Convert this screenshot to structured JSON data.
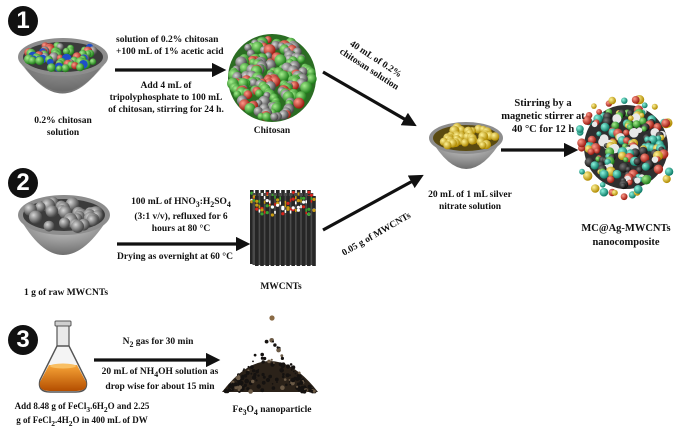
{
  "steps": [
    "1",
    "2",
    "3"
  ],
  "row1": {
    "bowl_label_1": "0.2% chitosan",
    "bowl_label_2": "solution",
    "arrow_top_1": "solution of 0.2% chitosan",
    "arrow_top_2": "+100 mL of 1% acetic acid",
    "arrow_bottom_1": "Add 4 mL of",
    "arrow_bottom_2": "tripolyphosphate to 100 mL",
    "arrow_bottom_3": "of chitosan, stirring for 24 h.",
    "product_label": "Chitosan",
    "diag_label_1": "40 mL of 0.2%",
    "diag_label_2": "chitosan solution"
  },
  "row2": {
    "bowl_label": "1 g of raw MWCNTs",
    "arrow_top_1": "100 mL of HNO",
    "arrow_top_1_sub1": "3",
    "arrow_top_1_mid": ":H",
    "arrow_top_1_sub2": "2",
    "arrow_top_1_end": "SO",
    "arrow_top_1_sub3": "4",
    "arrow_top_2": "(3:1 v/v), refluxed for 6",
    "arrow_top_3": "hours at 80 °C",
    "arrow_bottom": "Drying as overnight at  60 °C",
    "product_label": "MWCNTs",
    "diag_label": "0.05 g of MWCNTs"
  },
  "center": {
    "silver_label_1": "20 mL of 1 mL silver",
    "silver_label_2": "nitrate solution",
    "stir_1": "Stirring by a",
    "stir_2": "magnetic stirrer at",
    "stir_3": "40 °C for 12 h",
    "final_1": "MC@Ag-MWCNTs",
    "final_2": "nanocomposite"
  },
  "row3": {
    "flask_label_1": "Add 8.48 g of FeCl",
    "flask_label_1_sub1": "3",
    "flask_label_1_mid": ".6H",
    "flask_label_1_sub2": "2",
    "flask_label_1_end": "O and 2.25",
    "flask_label_2": "g of FeCl",
    "flask_label_2_sub1": "2",
    "flask_label_2_mid": ".4H",
    "flask_label_2_sub2": "2",
    "flask_label_2_end": "O in 400 mL of DW",
    "arrow_top": "N",
    "arrow_top_sub": "2",
    "arrow_top_end": " gas for 30 min",
    "arrow_bottom_1": "20 mL of NH",
    "arrow_bottom_1_sub": "4",
    "arrow_bottom_1_end": "OH solution as",
    "arrow_bottom_2": "drop wise for about 15 min",
    "product_label": "Fe",
    "product_sub1": "3",
    "product_mid": "O",
    "product_sub2": "4",
    "product_end": " nanoparticle"
  },
  "colors": {
    "ink": "#111111",
    "silver": "#d6b012",
    "chitosan_green": "#3ba831",
    "bowl": "#8a8a8a"
  }
}
